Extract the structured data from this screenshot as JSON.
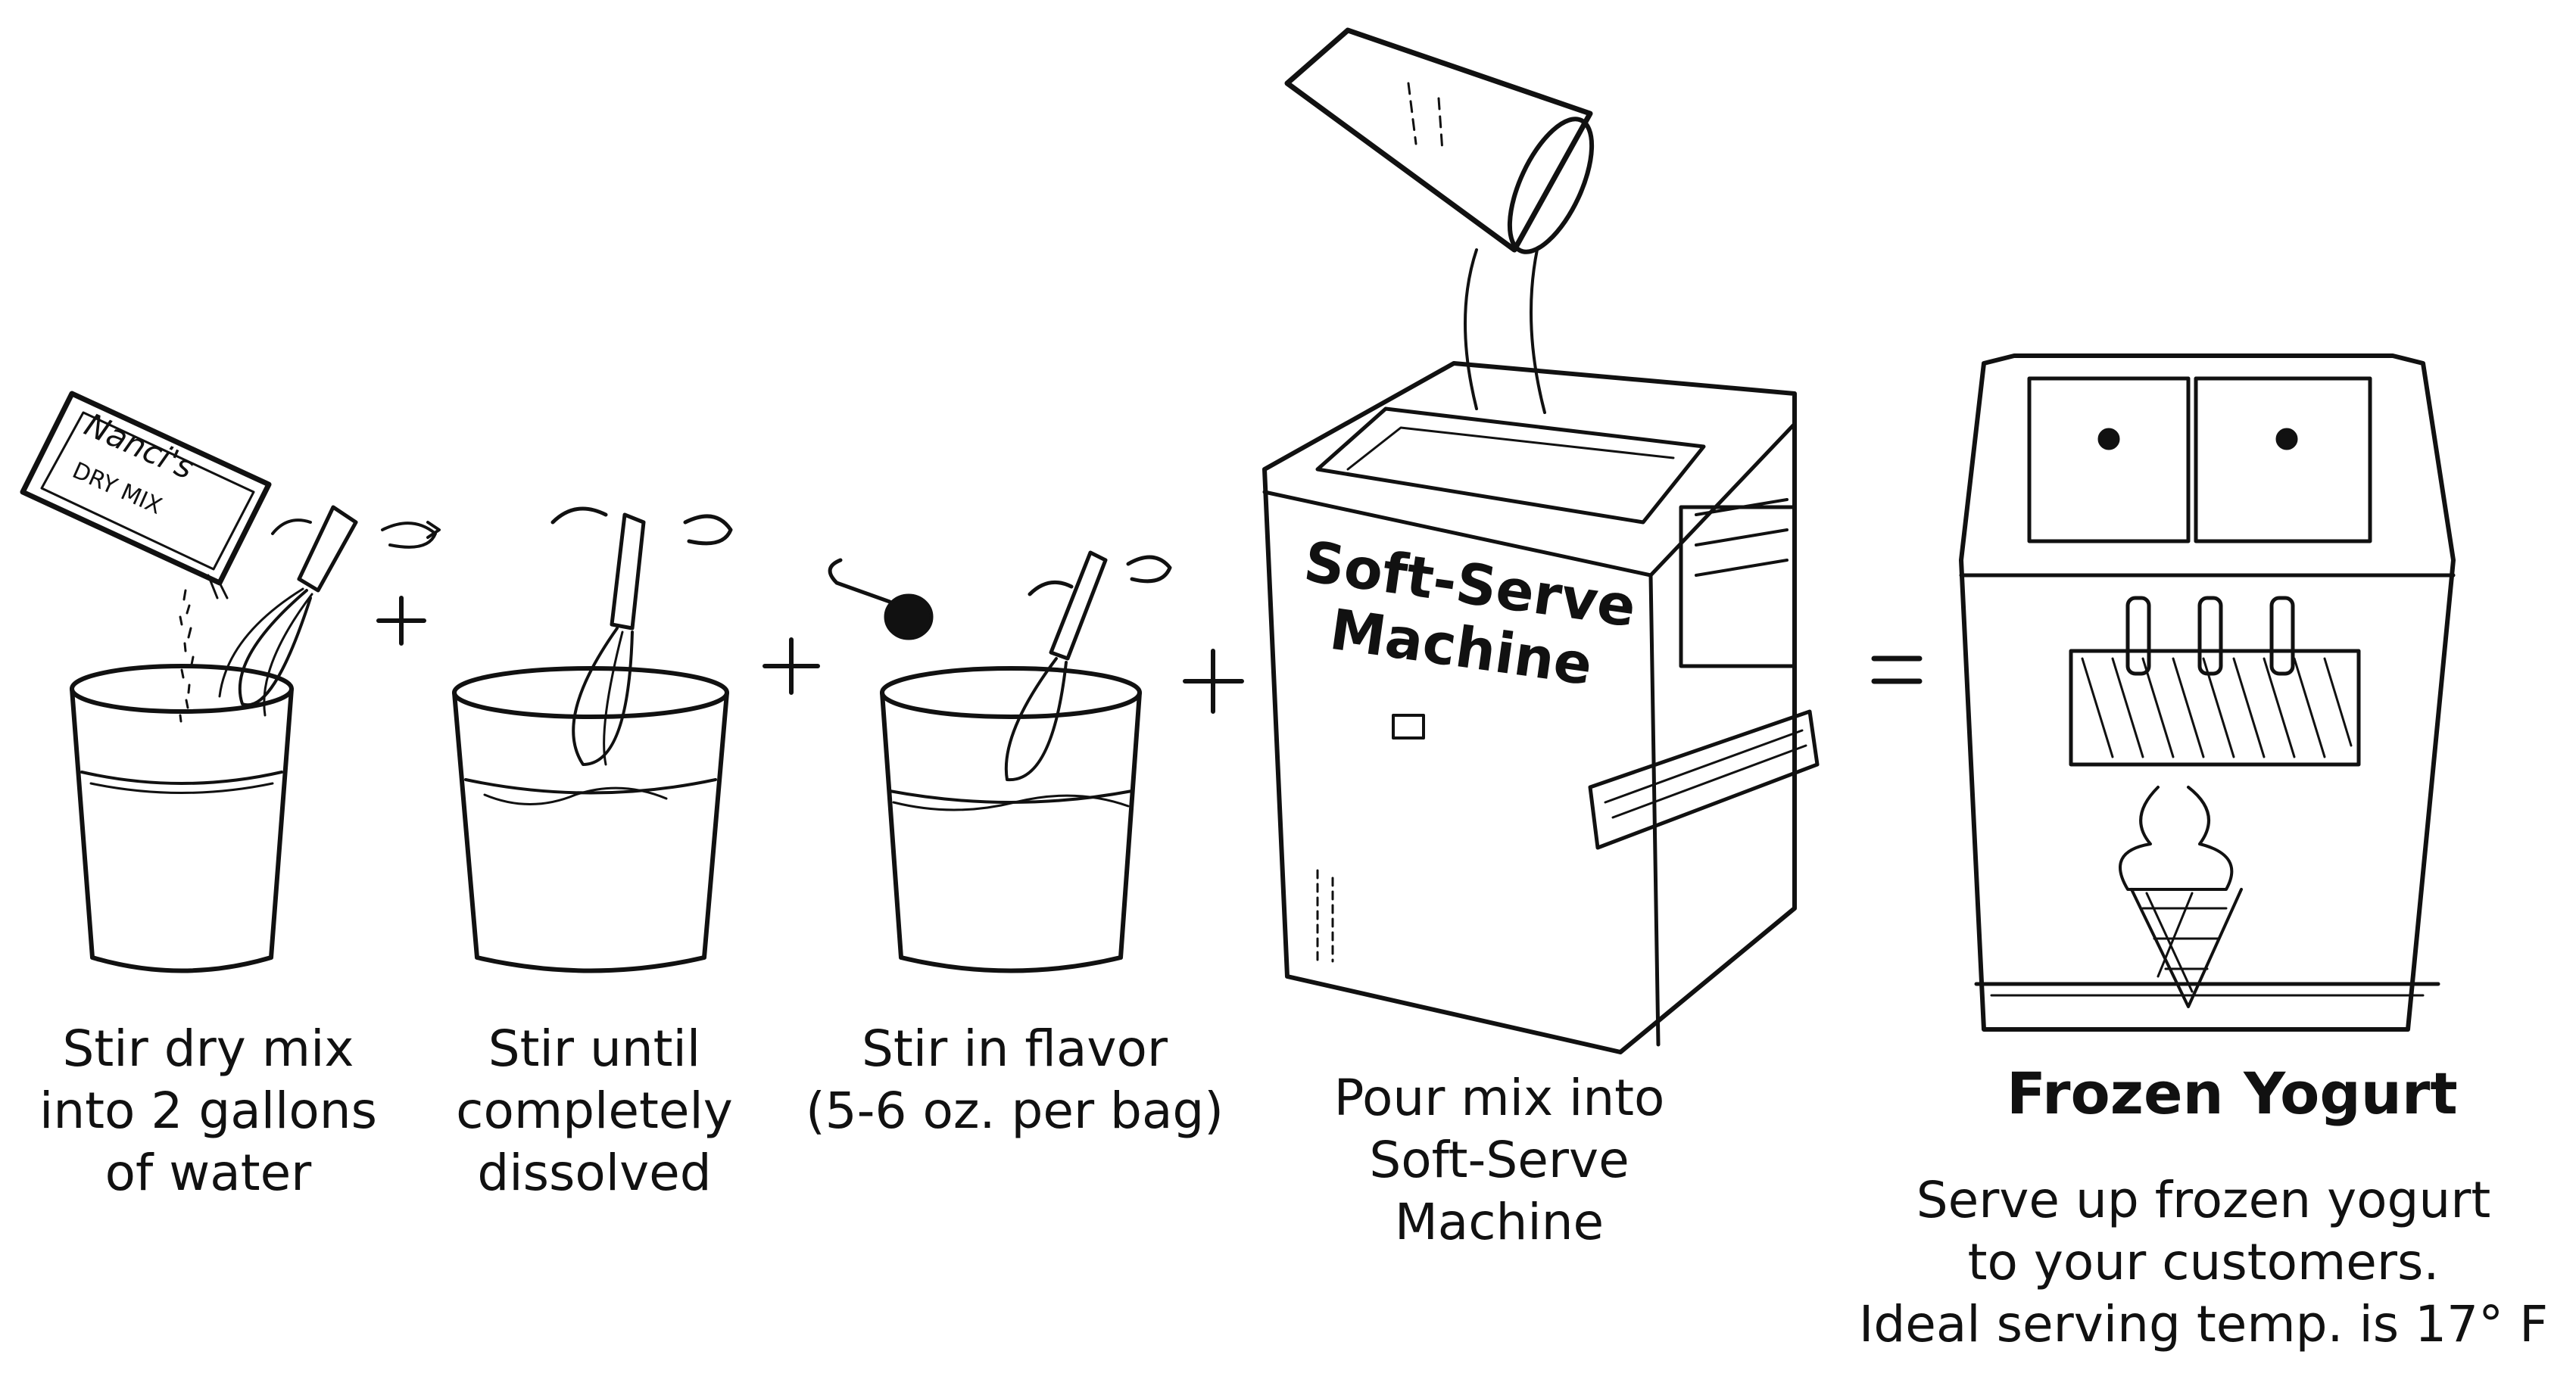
{
  "bag": {
    "brand": "Nanci's",
    "line2": "DRY MIX"
  },
  "steps": [
    {
      "id": "step1",
      "lines": [
        "Stir dry mix",
        "into 2 gallons",
        "of water"
      ]
    },
    {
      "id": "step2",
      "lines": [
        "Stir until",
        "completely",
        "dissolved"
      ]
    },
    {
      "id": "step3",
      "lines": [
        "Stir in flavor",
        "(5-6 oz. per bag)"
      ]
    },
    {
      "id": "step4",
      "lines": [
        "Pour mix into",
        "Soft-Serve",
        "Machine"
      ]
    }
  ],
  "machine_label": [
    "Soft-Serve",
    "Machine"
  ],
  "operators": [
    "+",
    "+",
    "+",
    "="
  ],
  "result": {
    "title": "Frozen Yogurt",
    "lines": [
      "Serve up frozen yogurt",
      "to your customers.",
      "Ideal serving temp. is 17° F"
    ]
  }
}
